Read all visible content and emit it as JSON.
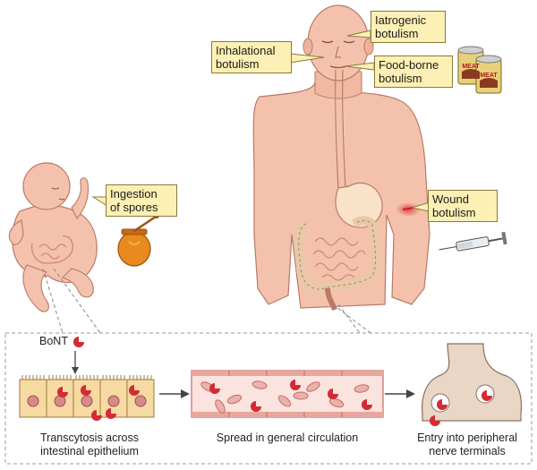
{
  "labels": {
    "iatrogenic": [
      "Iatrogenic",
      "botulism"
    ],
    "inhalational": [
      "Inhalational",
      "botulism"
    ],
    "foodborne": [
      "Food-borne",
      "botulism"
    ],
    "wound": [
      "Wound",
      "botulism"
    ],
    "ingestion": [
      "Ingestion",
      "of spores"
    ]
  },
  "can_text": "MEAT",
  "bont_label": "BoNT",
  "steps": [
    [
      "Transcytosis across",
      "intestinal epithelium"
    ],
    [
      "Spread in general circulation"
    ],
    [
      "Entry into peripheral",
      "nerve terminals"
    ]
  ],
  "colors": {
    "skin": "#f4c1ad",
    "skin_outline": "#b97a66",
    "gut": "#f9e2c9",
    "label_bg": "#fdf0b4",
    "toxin": "#d42a35",
    "vessel": "#d98b80",
    "cell": "#f7d9a2"
  }
}
